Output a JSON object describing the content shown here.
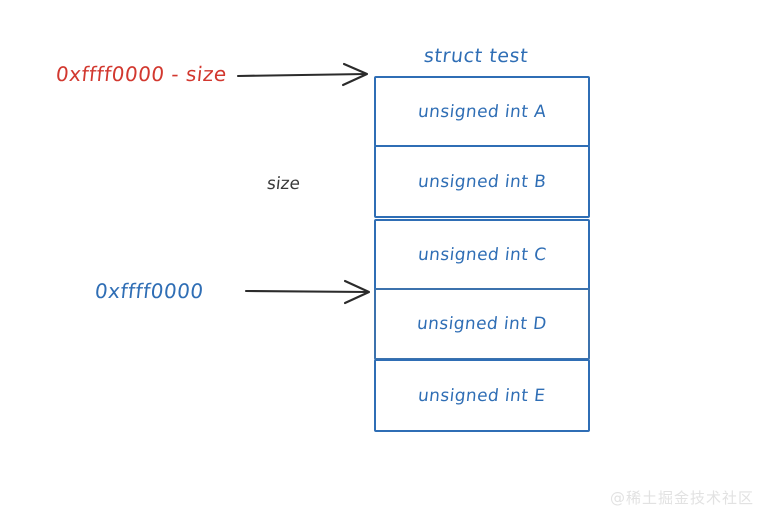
{
  "diagram": {
    "title": "struct test",
    "background_color": "#ffffff",
    "accent_blue": "#2f6eb5",
    "accent_red": "#d2382f",
    "arrow_color": "#2b2b2b",
    "annotations": {
      "top_address": "0xffff0000 - size",
      "bottom_address": "0xffff0000",
      "size_label": "size"
    },
    "rows": [
      {
        "label": "unsigned int A"
      },
      {
        "label": "unsigned int B"
      },
      {
        "label": "unsigned int C"
      },
      {
        "label": "unsigned int D"
      },
      {
        "label": "unsigned int E"
      }
    ]
  },
  "watermark": {
    "text": "@稀土掘金技术社区"
  }
}
